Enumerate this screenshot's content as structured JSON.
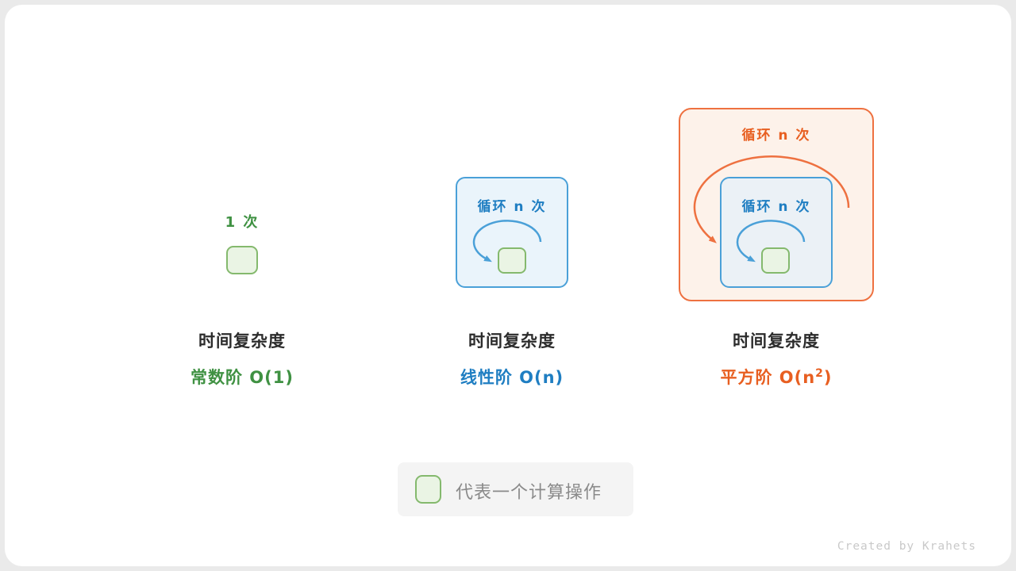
{
  "panels": {
    "constant": {
      "count_label": "1 次",
      "title": "时间复杂度",
      "complexity": "常数阶 O(1)"
    },
    "linear": {
      "loop_label": "循环 n 次",
      "title": "时间复杂度",
      "complexity": "线性阶 O(n)"
    },
    "quadratic": {
      "outer_loop_label": "循环 n 次",
      "inner_loop_label": "循环 n 次",
      "title": "时间复杂度",
      "complexity_prefix": "平方阶 O(n",
      "complexity_sup": "2",
      "complexity_suffix": ")"
    }
  },
  "legend": {
    "label": "代表一个计算操作"
  },
  "credit": "Created by Krahets",
  "colors": {
    "green_border": "#84b96d",
    "green_fill": "#eaf4e4",
    "green_text": "#3f9142",
    "blue": "#4aa0d8",
    "blue_text": "#1f7ec2",
    "orange": "#ee7140",
    "orange_text": "#e85f21",
    "title_text": "#2c2c2c",
    "legend_text": "#8a8a8a",
    "credit_text": "#c9c9c9"
  }
}
